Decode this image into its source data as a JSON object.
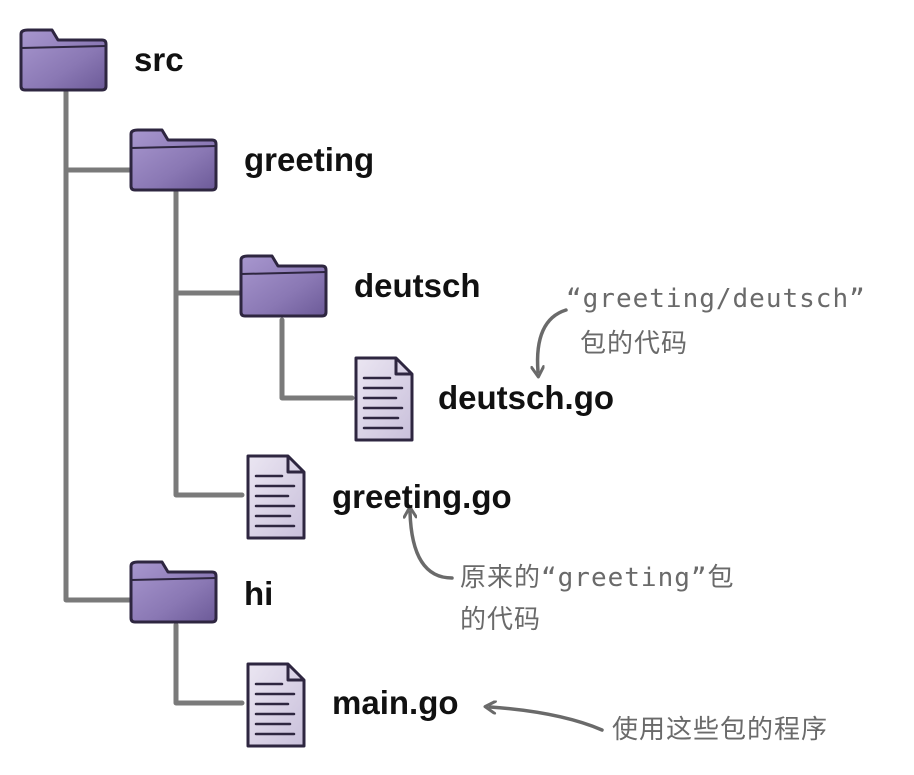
{
  "tree": {
    "src": "src",
    "greeting_dir": "greeting",
    "deutsch_dir": "deutsch",
    "deutsch_file": "deutsch.go",
    "greeting_file": "greeting.go",
    "hi_dir": "hi",
    "main_file": "main.go"
  },
  "notes": {
    "deutsch_note_line1": "“greeting/deutsch”",
    "deutsch_note_line2": "包的代码",
    "greeting_note_line1": "原来的“greeting”包",
    "greeting_note_line2": "的代码",
    "main_note": "使用这些包的程序"
  },
  "colors": {
    "folder_fill": "#8a78b4",
    "folder_dark": "#5e4d8a",
    "file_fill": "#d9d3e6",
    "line": "#7a7a7a",
    "note": "#6a6a6a"
  }
}
